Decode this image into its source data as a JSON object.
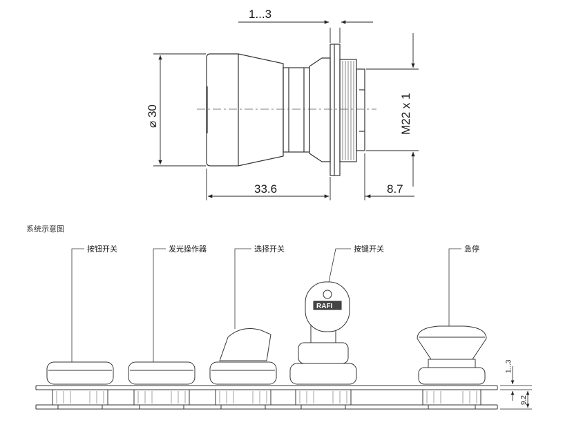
{
  "top_drawing": {
    "dim_thickness": "1...3",
    "dim_diameter": "⌀ 30",
    "dim_thread": "M22 x 1",
    "dim_length": "33.6",
    "dim_rear": "8.7"
  },
  "section_title": "系统示意图",
  "components": [
    {
      "label": "按钮开关"
    },
    {
      "label": "发光操作器"
    },
    {
      "label": "选择开关"
    },
    {
      "label": "按键开关"
    },
    {
      "label": "急停"
    }
  ],
  "key_brand": "RAFI",
  "side_dims": {
    "panel": "1...3",
    "depth": "9.2"
  },
  "colors": {
    "line": "#333333",
    "centerline": "#555555"
  }
}
